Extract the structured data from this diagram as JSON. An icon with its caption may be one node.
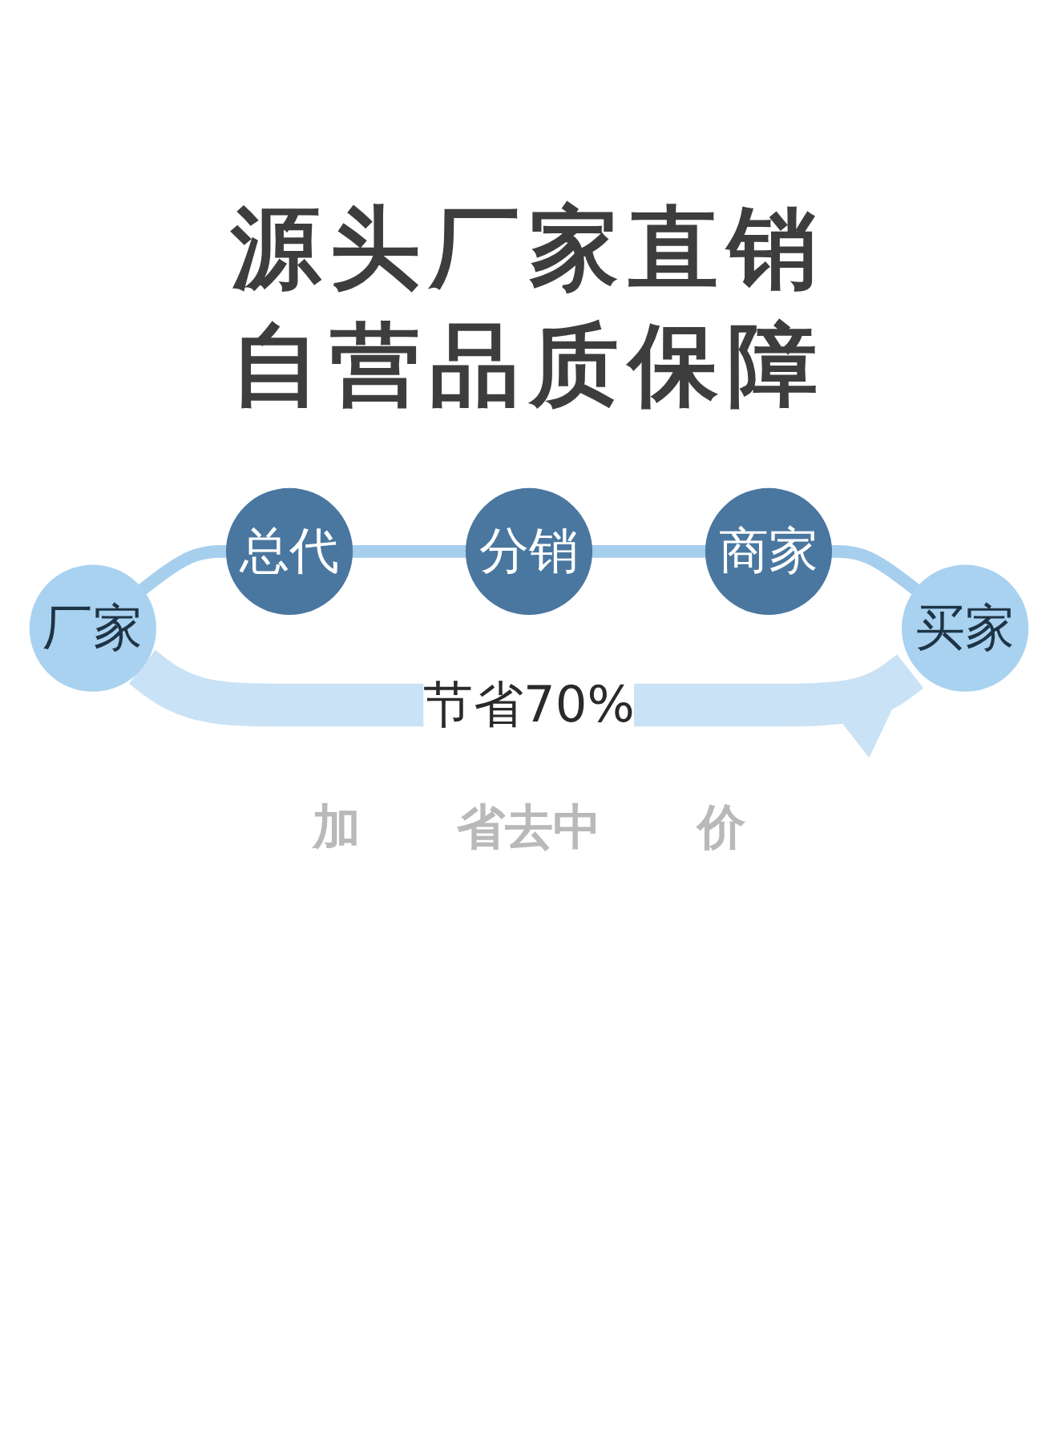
{
  "diagram": {
    "title": "源头厂家直销自营品质保障",
    "nodes": [
      {
        "text": [
          "厂家"
        ]
      },
      {
        "text": [
          "总代"
        ]
      },
      {
        "text": [
          "分销"
        ]
      },
      {
        "text": [
          "商家"
        ]
      },
      {
        "text": [
          "买家"
        ]
      }
    ],
    "edges": [
      {
        "from": 0,
        "to": 1,
        "arrow": "none"
      },
      {
        "from": 1,
        "to": 2,
        "arrow": "none"
      },
      {
        "from": 2,
        "to": 3,
        "arrow": "none"
      },
      {
        "from": 3,
        "to": 4,
        "arrow": "none"
      },
      {
        "from": 0,
        "to": 4,
        "arrow": "to",
        "label": "节省70%",
        "style": "thick",
        "color": "#c9e2f5"
      }
    ],
    "labels": [
      "加",
      "省去中",
      "价"
    ]
  }
}
